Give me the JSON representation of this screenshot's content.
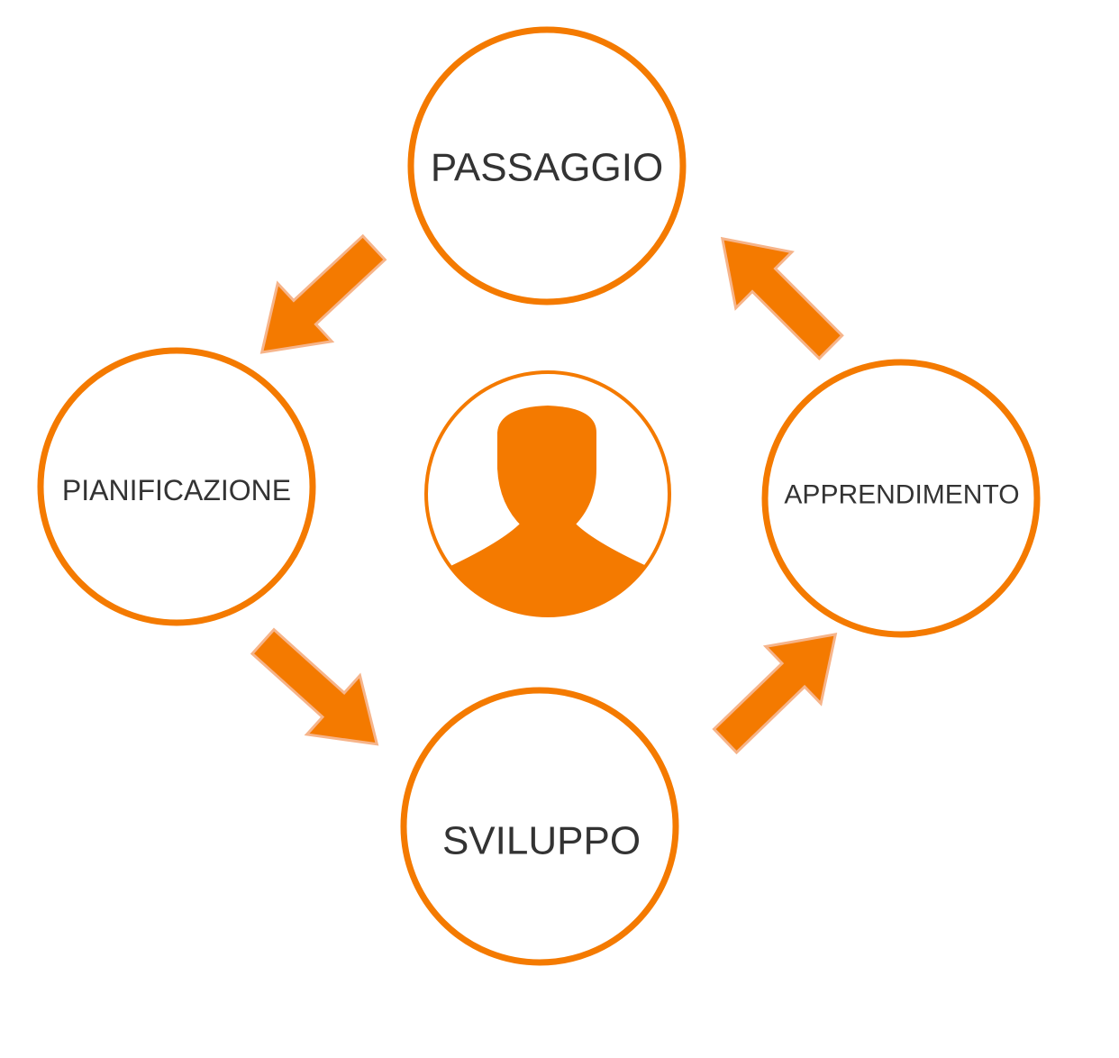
{
  "diagram": {
    "type": "cycle",
    "stages": [
      {
        "id": "passaggio",
        "label": "PASSAGGIO"
      },
      {
        "id": "pianificazione",
        "label": "PIANIFICAZIONE"
      },
      {
        "id": "sviluppo",
        "label": "SVILUPPO"
      },
      {
        "id": "apprendimento",
        "label": "APPRENDIMENTO"
      }
    ],
    "flow": [
      {
        "from": "passaggio",
        "to": "pianificazione"
      },
      {
        "from": "pianificazione",
        "to": "sviluppo"
      },
      {
        "from": "sviluppo",
        "to": "apprendimento"
      },
      {
        "from": "apprendimento",
        "to": "passaggio"
      }
    ],
    "center": {
      "icon": "user-icon"
    }
  },
  "colors": {
    "accent": "#f47a00",
    "text": "#333333",
    "background": "#ffffff"
  }
}
